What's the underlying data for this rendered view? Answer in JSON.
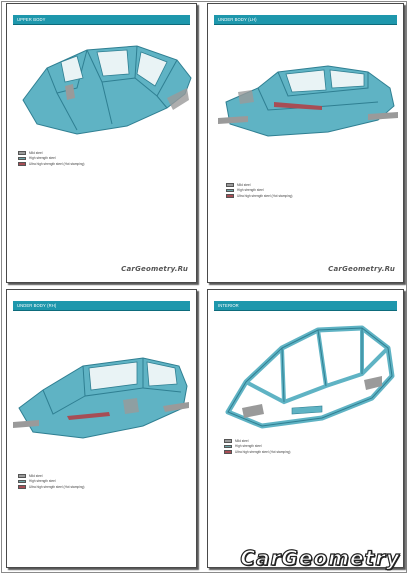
{
  "pages": [
    {
      "header": "UPPER BODY",
      "legend": [
        {
          "color": "#9a9a9a",
          "label": "Mild steel"
        },
        {
          "color": "#6ea5a7",
          "label": "High strength steel"
        },
        {
          "color": "#a74d55",
          "label": "Ultra high strength steel (Hot stamping)"
        }
      ],
      "watermark": "CarGeometry.Ru"
    },
    {
      "header": "UNDER BODY (LH)",
      "legend": [
        {
          "color": "#9a9a9a",
          "label": "Mild steel"
        },
        {
          "color": "#6ea5a7",
          "label": "High strength steel"
        },
        {
          "color": "#a74d55",
          "label": "Ultra high strength steel (Hot stamping)"
        }
      ],
      "watermark": "CarGeometry.Ru"
    },
    {
      "header": "UNDER BODY (RH)",
      "legend": [
        {
          "color": "#9a9a9a",
          "label": "Mild steel"
        },
        {
          "color": "#6ea5a7",
          "label": "High strength steel"
        },
        {
          "color": "#a74d55",
          "label": "Ultra high strength steel (Hot stamping)"
        }
      ],
      "watermark": ""
    },
    {
      "header": "INTERIOR",
      "legend": [
        {
          "color": "#9a9a9a",
          "label": "Mild steel"
        },
        {
          "color": "#6ea5a7",
          "label": "High strength steel"
        },
        {
          "color": "#a74d55",
          "label": "Ultra high strength steel (Hot stamping)"
        }
      ],
      "watermark": ""
    }
  ],
  "big_watermark": "CarGeometry",
  "colors": {
    "header": "#1e97ac",
    "body_blue": "#5fb3c4",
    "body_dark": "#2f7f92",
    "hot_stamp": "#a74d55"
  }
}
